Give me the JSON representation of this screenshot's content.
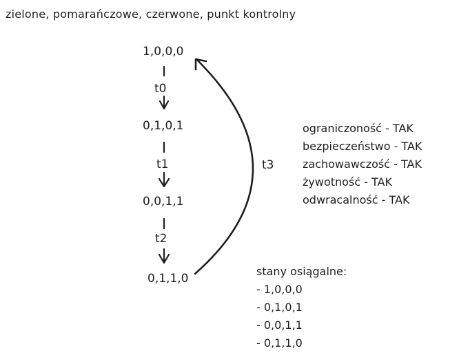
{
  "header": {
    "text": "zielone, pomarańczowe, czerwone, punkt kontrolny"
  },
  "states": [
    "1,0,0,0",
    "0,1,0,1",
    "0,0,1,1",
    "0,1,1,0"
  ],
  "transitions": [
    "t0",
    "t1",
    "t2",
    "t3"
  ],
  "properties": [
    "ograniczoność - TAK",
    "bezpieczeństwo - TAK",
    "zachowawczość - TAK",
    "żywotność - TAK",
    "odwracalność - TAK"
  ],
  "reachable": {
    "title": "stany osiągalne:",
    "items": [
      "- 1,0,0,0",
      "- 0,1,0,1",
      "- 0,0,1,1",
      "- 0,1,1,0"
    ]
  },
  "colors": {
    "ink": "#1e1e1e",
    "background": "#ffffff"
  }
}
